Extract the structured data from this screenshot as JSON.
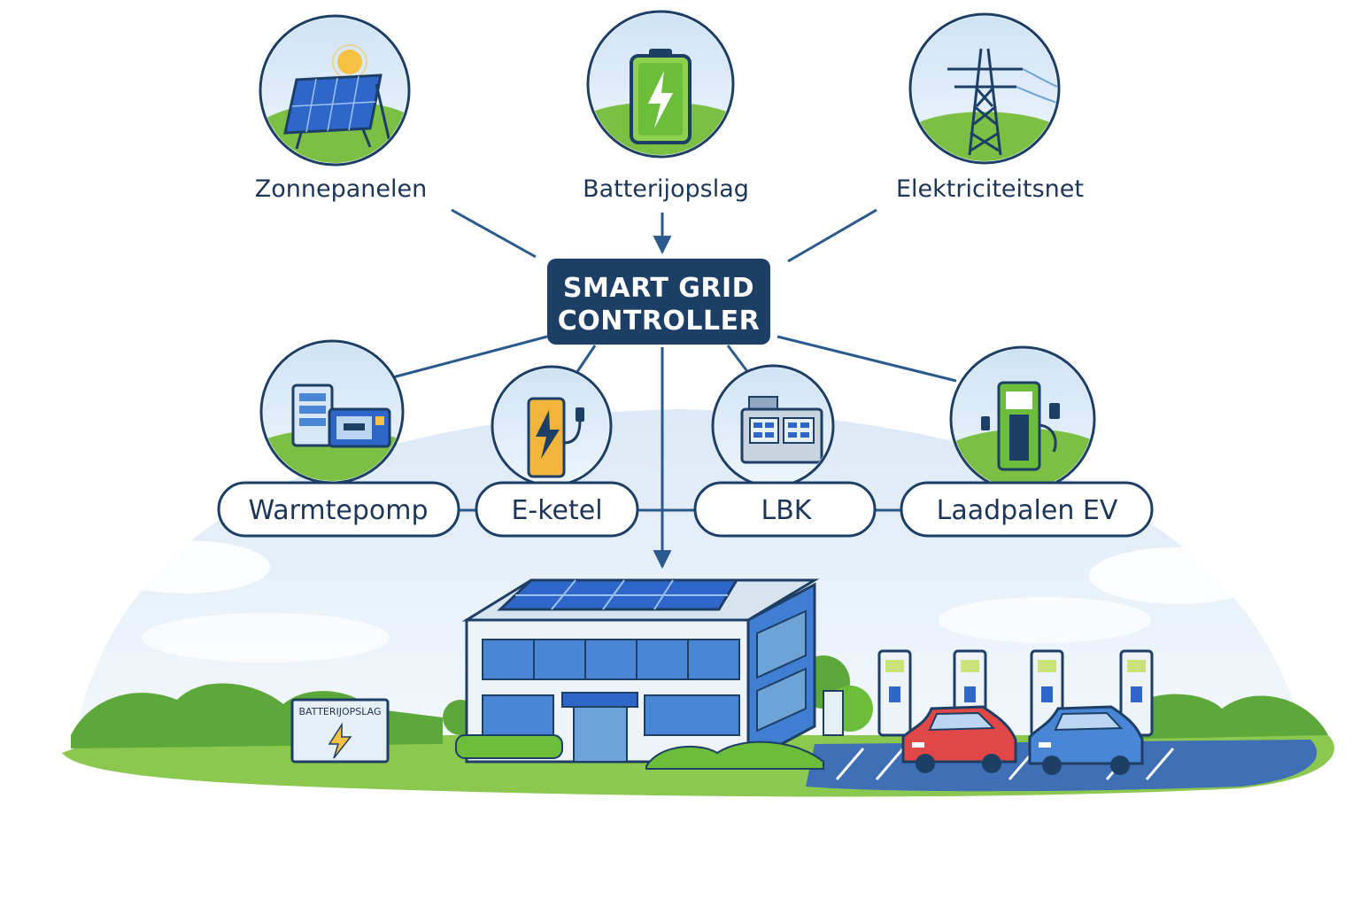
{
  "sources": [
    {
      "label": "Zonnepanelen",
      "icon": "solar-panel-icon"
    },
    {
      "label": "Batterijopslag",
      "icon": "battery-icon"
    },
    {
      "label": "Elektriciteitsnet",
      "icon": "power-pylon-icon"
    }
  ],
  "controller": {
    "line1": "SMART GRID",
    "line2": "CONTROLLER"
  },
  "consumers": [
    {
      "label": "Warmtepomp",
      "icon": "heat-pump-icon"
    },
    {
      "label": "E-ketel",
      "icon": "electric-boiler-icon"
    },
    {
      "label": "LBK",
      "icon": "air-handling-unit-icon"
    },
    {
      "label": "Laadpalen EV",
      "icon": "ev-charger-icon"
    }
  ],
  "scene": {
    "battery_sign": "BATTERIJOPSLAG",
    "car_colors": [
      "#e04848",
      "#4a86d6"
    ]
  },
  "colors": {
    "navy": "#1d3f66",
    "line": "#2a5a8c",
    "grass": "#7bbf45",
    "sky": "#e9f1fa",
    "panel": "#2f66c9"
  }
}
